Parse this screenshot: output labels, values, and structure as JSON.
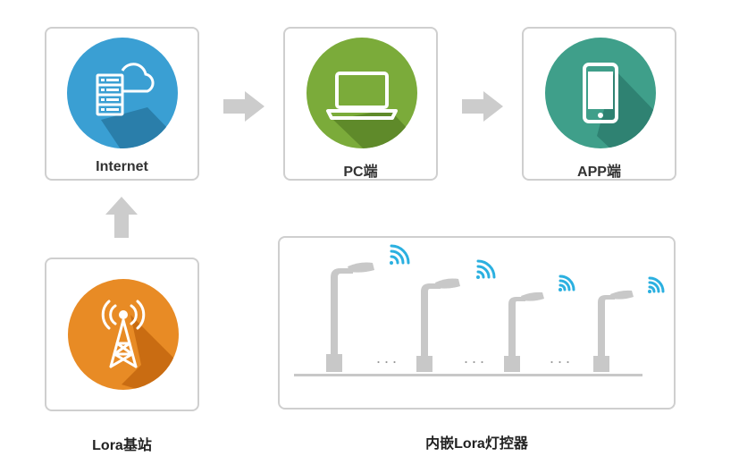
{
  "nodes": {
    "internet": {
      "label": "Internet",
      "icon": "server-cloud-icon",
      "color": "#3a9fd3"
    },
    "pc": {
      "label": "PC端",
      "icon": "laptop-icon",
      "color": "#7bab3a"
    },
    "app": {
      "label": "APP端",
      "icon": "smartphone-icon",
      "color": "#3f9f8a"
    },
    "base_station": {
      "icon": "radio-tower-icon",
      "color": "#e88b25"
    }
  },
  "captions": {
    "base_station": "Lora基站",
    "lamp_controller": "内嵌Lora灯控器"
  },
  "lamps": {
    "ellipsis": "...",
    "count": 4,
    "lamp_color": "#c8c8c8",
    "wifi_color": "#2bb0e0"
  },
  "arrow_color": "#cccccc"
}
